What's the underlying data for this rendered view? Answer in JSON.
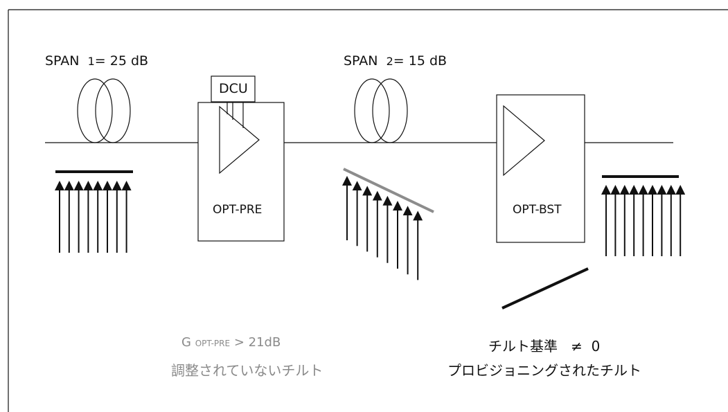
{
  "span1": {
    "prefix": "SPAN",
    "sub": "1",
    "rest": "= 25 dB"
  },
  "span2": {
    "prefix": "SPAN",
    "sub": "2",
    "rest": "= 15 dB"
  },
  "dcu_label": "DCU",
  "opt_pre_label": "OPT-PRE",
  "opt_bst_label": "OPT-BST",
  "gain_note": {
    "main": "G",
    "sub": "OPT-PRE",
    "rest": " > 21dB"
  },
  "untuned_tilt": "調整されていないチルト",
  "tilt_ref": {
    "text": "チルト基準",
    "symbol": "≠",
    "value": "0"
  },
  "provisioned_tilt": "プロビジョニングされたチルト",
  "colors": {
    "line": "#111111",
    "gray_text": "#8a8a8a",
    "gray_bar": "#8c8c8c"
  },
  "icons": [
    "fiber-coil-icon",
    "amplifier-triangle-icon",
    "channel-arrow-icon"
  ]
}
